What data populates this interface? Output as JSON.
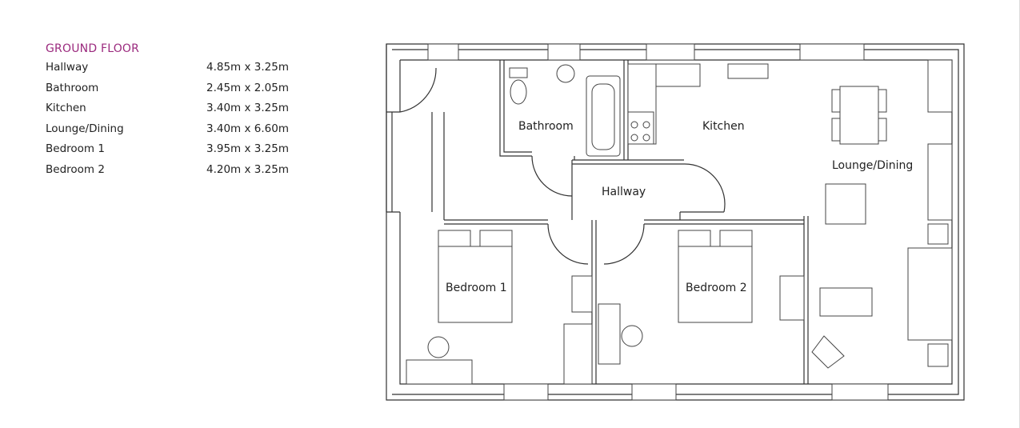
{
  "schedule": {
    "heading": "GROUND FLOOR",
    "rooms": [
      {
        "name": "Hallway",
        "size": "4.85m x 3.25m"
      },
      {
        "name": "Bathroom",
        "size": "2.45m x 2.05m"
      },
      {
        "name": "Kitchen",
        "size": "3.40m x 3.25m"
      },
      {
        "name": "Lounge/Dining",
        "size": "3.40m x 6.60m"
      },
      {
        "name": "Bedroom 1",
        "size": "3.95m x 3.25m"
      },
      {
        "name": "Bedroom 2",
        "size": "4.20m x 3.25m"
      }
    ]
  },
  "plan": {
    "labels": {
      "bathroom": "Bathroom",
      "kitchen": "Kitchen",
      "lounge": "Lounge/Dining",
      "hallway": "Hallway",
      "bedroom1": "Bedroom 1",
      "bedroom2": "Bedroom 2"
    },
    "heading_color": "#9b2a7e"
  }
}
